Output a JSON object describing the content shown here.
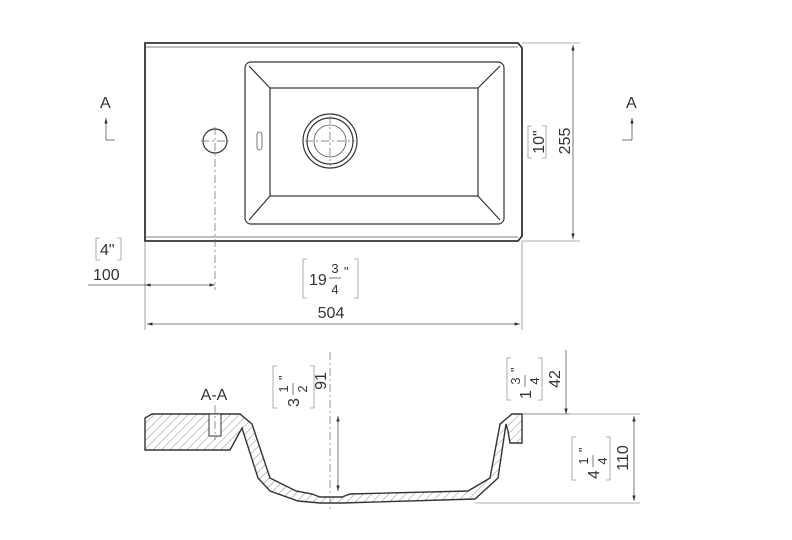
{
  "section_marker": "A",
  "section_label": "A-A",
  "top_view": {
    "width_mm": "504",
    "depth_mm": "255",
    "depth_in": "10\"",
    "faucet_offset_mm": "100",
    "faucet_offset_in": "4\"",
    "width_in_whole": "19",
    "width_in_num": "3",
    "width_in_den": "4",
    "inch_mark": "\""
  },
  "section_view": {
    "basin_depth_mm": "91",
    "basin_depth_in_whole": "3",
    "basin_depth_in_num": "1",
    "basin_depth_in_den": "2",
    "rim_mm": "42",
    "rim_in_whole": "1",
    "rim_in_num": "3",
    "rim_in_den": "4",
    "height_mm": "110",
    "height_in_whole": "4",
    "height_in_num": "1",
    "height_in_den": "4",
    "inch_mark": "\""
  }
}
